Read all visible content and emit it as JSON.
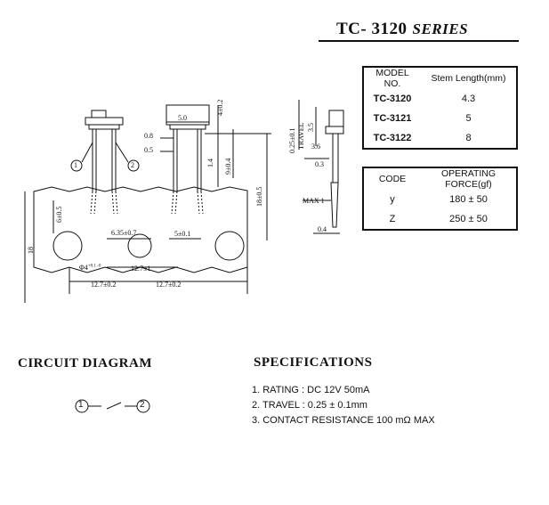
{
  "title": {
    "main": "TC- 3120",
    "series": "SERIES"
  },
  "model_table": {
    "headers": [
      "MODEL NO.",
      "Stem Length(mm)"
    ],
    "rows": [
      [
        "TC-3120",
        "4.3"
      ],
      [
        "TC-3121",
        "5"
      ],
      [
        "TC-3122",
        "8"
      ]
    ]
  },
  "force_table": {
    "headers": [
      "CODE",
      "OPERATING FORCE(gf)"
    ],
    "rows": [
      [
        "y",
        "180 ± 50"
      ],
      [
        "Z",
        "250 ± 50"
      ]
    ]
  },
  "dimensions": {
    "d_0_8": "0.8",
    "d_0_5": "0.5",
    "d_5_0": "5.0",
    "d_4_0_2": "4±0.2",
    "d_1_4": "1.4",
    "d_9_0_4": "9±0.4",
    "d_18_0_5": "18±0.5",
    "d_6_0_5": "6±0.5",
    "d_6_35": "6.35±0.7",
    "d_5_0_1": "5±0.1",
    "d_18": "18",
    "d_hole": "Φ4",
    "d_hole_tol": "+0.1 -0",
    "d_12_7_1": "12.7±1",
    "d_12_7_0_2a": "12.7±0.2",
    "d_12_7_0_2b": "12.7±0.2",
    "d_0_25": "0.25±0.1",
    "d_travel": "TRAVEL",
    "d_3_5": "3.5",
    "d_3_6": "3.6",
    "d_0_3": "0.3",
    "d_max1": "MAX 1",
    "d_0_4": "0.4",
    "pin1": "1",
    "pin2": "2"
  },
  "circuit": {
    "title": "CIRCUIT  DIAGRAM",
    "node1": "1",
    "node2": "2"
  },
  "specifications": {
    "title": "SPECIFICATIONS",
    "items": [
      "1. RATING : DC 12V  50mA",
      "2. TRAVEL : 0.25 ± 0.1mm",
      "3. CONTACT  RESISTANCE 100 mΩ MAX"
    ]
  }
}
